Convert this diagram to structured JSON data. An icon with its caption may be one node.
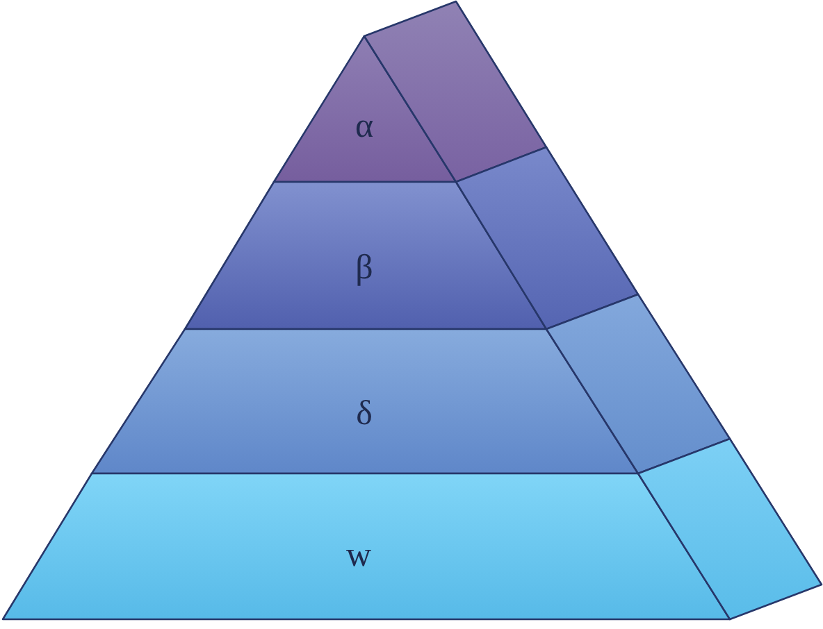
{
  "diagram": {
    "nodes": [
      {
        "text": [
          "α"
        ]
      },
      {
        "text": [],
        "shape": "parallelogram"
      },
      {
        "text": [
          "β"
        ]
      },
      {
        "text": [],
        "shape": "parallelogram"
      },
      {
        "text": [
          "δ"
        ]
      },
      {
        "text": [],
        "shape": "parallelogram"
      },
      {
        "text": [
          "w"
        ]
      },
      {
        "text": [],
        "shape": "parallelogram"
      }
    ]
  }
}
